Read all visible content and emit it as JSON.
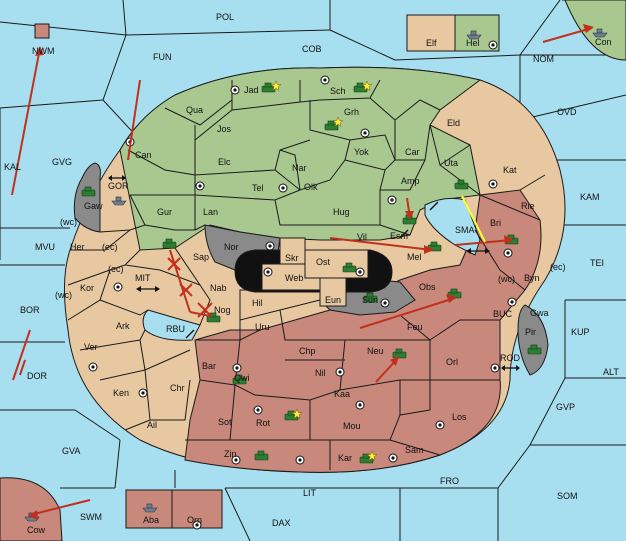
{
  "colors": {
    "sea": "#a8dff0",
    "green": "#a8c890",
    "tan": "#e8c8a0",
    "red": "#c8887c",
    "gray": "#8a8a8a",
    "black": "#111111",
    "unit": "#2e7d32"
  },
  "regions": {
    "pol": "POL",
    "fun": "FUN",
    "cob": "COB",
    "nom": "NOM",
    "ovd": "OVD",
    "gvg": "GVG",
    "kal": "KAL",
    "kam": "KAM",
    "tei": "TEI",
    "mvu": "MVU",
    "bor": "BOR",
    "dor": "DOR",
    "gva": "GVA",
    "buc": "BUC",
    "kup": "KUP",
    "alt": "ALT",
    "gvp": "GVP",
    "fro": "FRO",
    "som": "SOM",
    "lit": "LIT",
    "swm": "SWM",
    "dax": "DAX",
    "gor": "GOR",
    "mit": "MIT",
    "rbu": "RBU",
    "sma": "SMA",
    "rod": "ROD",
    "nwm": "NWM",
    "elf": "Elf",
    "hel": "Hel",
    "con": "Con",
    "jad": "Jad",
    "sch": "Sch",
    "qua": "Qua",
    "grh": "Grh",
    "eld": "Eld",
    "jos": "Jos",
    "can": "Can",
    "yok": "Yok",
    "car": "Car",
    "uta": "Uta",
    "kat": "Kat",
    "elc": "Elc",
    "nar": "Nar",
    "amp": "Amp",
    "tel": "Tel",
    "olk": "Olk",
    "gaw": "Gaw",
    "gur": "Gur",
    "lan": "Lan",
    "hug": "Hug",
    "rie": "Rie",
    "bri": "Bri",
    "esm": "Esm",
    "her": "Her",
    "nor": "Nor",
    "vil": "Vil",
    "skr": "Skr",
    "mel": "Mel",
    "sap": "Sap",
    "web": "Web",
    "ost": "Ost",
    "byn": "Byn",
    "kor": "Kor",
    "nab": "Nab",
    "eun": "Eun",
    "sun": "Sun",
    "obs": "Obs",
    "hil": "Hil",
    "nog": "Nog",
    "gwa": "Gwa",
    "ark": "Ark",
    "uru": "Uru",
    "feu": "Feu",
    "pir": "Pir",
    "ver": "Ver",
    "chp": "Chp",
    "neu": "Neu",
    "orl": "Orl",
    "bar": "Bar",
    "qwi": "Qwi",
    "nil": "Nil",
    "ken": "Ken",
    "chr": "Chr",
    "kaa": "Kaa",
    "los": "Los",
    "ail": "Ail",
    "sot": "Sot",
    "rot": "Rot",
    "mou": "Mou",
    "sam": "Sam",
    "zin": "Zin",
    "kar": "Kar",
    "aba": "Aba",
    "orn": "Orn",
    "cow": "Cow",
    "wc1": "(wc)",
    "ec1": "(ec)",
    "ec2": "(ec)",
    "wc2": "(wc)",
    "wc3": "(wc)",
    "ec3": "(ec)"
  }
}
